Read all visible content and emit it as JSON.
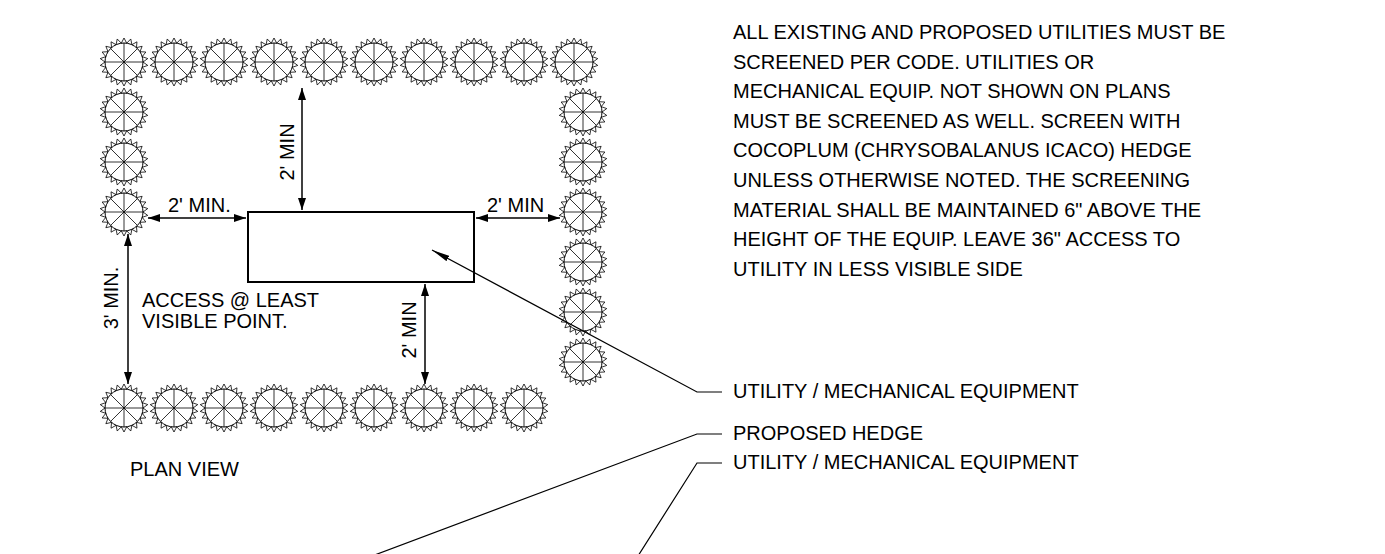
{
  "diagram": {
    "labels": [
      "ALL EXISTING AND PROPOSED UTILITIES MUST BE SCREENED PER CODE. UTILITIES OR MECHANICAL EQUIP. NOT SHOWN ON PLANS MUST BE SCREENED AS WELL. SCREEN WITH COCOPLUM (CHRYSOBALANUS ICACO) HEDGE UNLESS OTHERWISE NOTED. THE SCREENING MATERIAL SHALL BE MAINTAINED 6\" ABOVE THE HEIGHT OF THE EQUIP. LEAVE 36\" ACCESS TO UTILITY IN LESS VISIBLE SIDE",
      "2' MIN",
      "2' MIN.",
      "2' MIN",
      "3' MIN.",
      "ACCESS @ LEAST VISIBLE POINT.",
      "2' MIN",
      "UTILITY / MECHANICAL EQUIPMENT",
      "PROPOSED HEDGE",
      "UTILITY / MECHANICAL EQUIPMENT",
      "PLAN VIEW"
    ]
  }
}
